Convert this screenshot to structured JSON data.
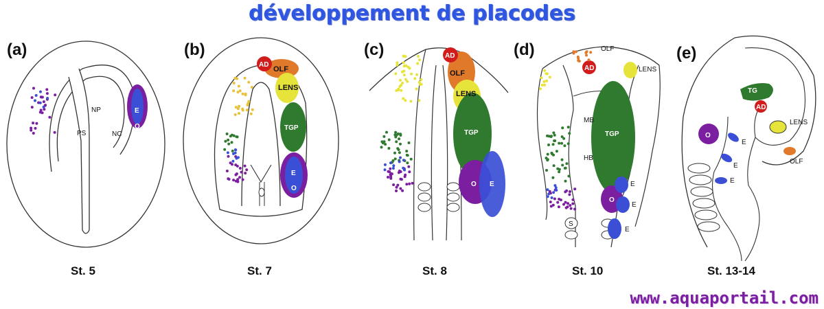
{
  "title": "développement de placodes",
  "watermark": "www.aquaportail.com",
  "colors": {
    "title": "#2f56e0",
    "watermark": "#7a1fa2",
    "otic": "#7b1fa0",
    "epibranchial": "#3a4fd6",
    "trigeminal": "#2f7a2f",
    "lens": "#e6e43a",
    "olfactory": "#e07a2a",
    "adenohypophyseal": "#d21c1c"
  },
  "panels": [
    {
      "letter": "(a)",
      "stage": "St. 5",
      "labels": {
        "np": "NP",
        "ps": "PS",
        "nc": "NC",
        "e": "E",
        "o": "O"
      }
    },
    {
      "letter": "(b)",
      "stage": "St. 7",
      "labels": {
        "ad": "AD",
        "olf": "OLF",
        "lens": "LENS",
        "tgp": "TGP",
        "e": "E",
        "o": "O"
      }
    },
    {
      "letter": "(c)",
      "stage": "St. 8",
      "labels": {
        "ad": "AD",
        "olf": "OLF",
        "lens": "LENS",
        "tgp": "TGP",
        "o": "O",
        "e": "E"
      }
    },
    {
      "letter": "(d)",
      "stage": "St. 10",
      "labels": {
        "olf": "OLF",
        "lens": "LENS",
        "ad": "AD",
        "mb": "MB",
        "tgp": "TGP",
        "hb": "HB",
        "e1": "E",
        "e2": "E",
        "e3": "E",
        "o": "O",
        "s": "S"
      }
    },
    {
      "letter": "(e)",
      "stage": "St. 13-14",
      "labels": {
        "tg": "TG",
        "ad": "AD",
        "lens": "LENS",
        "o": "O",
        "e1": "E",
        "e2": "E",
        "e3": "E",
        "olf": "OLF"
      }
    }
  ]
}
